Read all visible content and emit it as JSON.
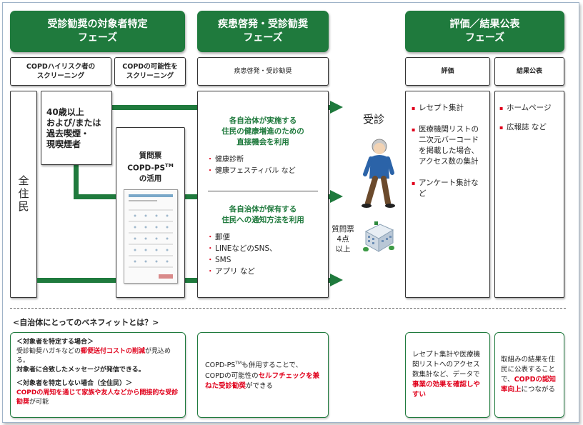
{
  "phases": {
    "target": {
      "line1": "受診勧奨の対象者特定",
      "line2": "フェーズ"
    },
    "promotion": {
      "line1": "疾患啓発・受診勧奨",
      "line2": "フェーズ"
    },
    "evaluation": {
      "line1": "評価／結果公表",
      "line2": "フェーズ"
    }
  },
  "subheaders": {
    "high_risk": {
      "line1": "COPDハイリスク者の",
      "line2": "スクリーニング"
    },
    "possibility": {
      "line1": "COPDの可能性を",
      "line2": "スクリーニング"
    },
    "promotion": "疾患啓発・受診勧奨",
    "evaluation": "評価",
    "publication": "結果公表"
  },
  "all_residents": "全住民",
  "criteria": {
    "line1": "40歳以上",
    "line2": "および/または",
    "line3": "過去喫煙・",
    "line4": "現喫煙者"
  },
  "questionnaire": {
    "line1": "質問票",
    "line2_prefix": "COPD-PS",
    "line2_sup": "TM",
    "line3": "の活用"
  },
  "promotion_col": {
    "section1": {
      "heading1": "各自治体が実施する",
      "heading2": "住民の健康増進のための",
      "heading3": "直接機会を利用",
      "items": [
        "健康診断",
        "健康フェスティバル など"
      ]
    },
    "section2": {
      "heading1": "各自治体が保有する",
      "heading2": "住民への通知方法を利用",
      "items": [
        "郵便",
        "LINEなどのSNS、",
        "SMS",
        "アプリ など"
      ]
    }
  },
  "flow": {
    "consultation": "受診",
    "score1": "質問票",
    "score2": "4点",
    "score3": "以上"
  },
  "evaluation_items": [
    "レセプト集計",
    "医療機関リストの二次元バーコードを掲載した場合、アクセス数の集計",
    "アンケート集計など"
  ],
  "publication_items": [
    "ホームページ",
    "広報誌 など"
  ],
  "benefit_title": "<自治体にとってのベネフィットとは？>",
  "benefits": {
    "box1": {
      "case1_title": "＜対象者を特定する場合＞",
      "case1_text_a": "受診勧奨ハガキなどの",
      "case1_text_red": "郵便送付コストの削減",
      "case1_text_b": "が見込める。",
      "case1_text_c": "対象者に合致したメッセージが発信できる。",
      "case2_title": "＜対象者を特定しない場合（全住民）＞",
      "case2_text_red": "COPDの周知を通じて家族や友人などから間接的な受診勧奨",
      "case2_text_b": "が可能"
    },
    "box2": {
      "text_a": "COPD-PS",
      "text_sup": "TM",
      "text_b": "も併用することで、COPDの可能性の",
      "text_red": "セルフチェックを兼ねた受診勧奨",
      "text_c": "ができる"
    },
    "box3": {
      "text_a": "レセプト集計や医療機関リストへのアクセス数集計など、データで",
      "text_red": "事業の効果を確認しやすい"
    },
    "box4": {
      "text_a": "取組みの結果を住民に公表することで、",
      "text_red": "COPDの認知率向上",
      "text_b": "につながる"
    }
  },
  "colors": {
    "green": "#1f7a3d",
    "red": "#e0001b",
    "border": "#333333"
  }
}
